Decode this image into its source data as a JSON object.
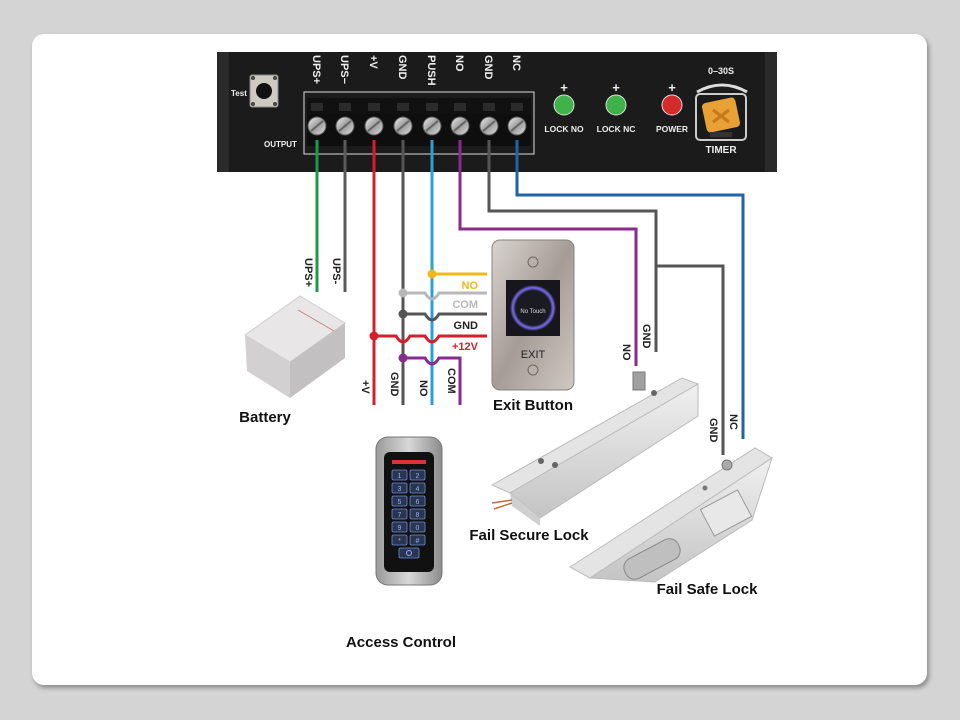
{
  "slide": {
    "background": "#d4d4d4",
    "card_color": "#ffffff"
  },
  "controller": {
    "test_label": "Test",
    "output_label": "OUTPUT",
    "terminals": [
      "UPS+",
      "UPS−",
      "+V",
      "GND",
      "PUSH",
      "NO",
      "GND",
      "NC"
    ],
    "leds": [
      {
        "label": "LOCK NO",
        "sign": "+",
        "color": "#3fb34a"
      },
      {
        "label": "LOCK NC",
        "sign": "+",
        "color": "#3fb34a"
      },
      {
        "label": "POWER",
        "sign": "+",
        "color": "#d42a2a"
      }
    ],
    "timer_range": "0–30S",
    "timer_label": "TIMER"
  },
  "wires": {
    "colors": {
      "ups_plus": "#1d9a48",
      "ups_minus": "#5a5a5a",
      "plus_v": "#d41f2a",
      "gnd": "#555555",
      "push": "#2a9fd8",
      "no": "#8a2a8e",
      "gnd2": "#555555",
      "nc": "#1f63a8",
      "exit_no": "#f0b81a",
      "exit_com": "#b8b8b8"
    },
    "battery_labels": [
      "UPS+",
      "UPS-"
    ],
    "exit_labels": [
      "NO",
      "COM",
      "GND",
      "+12V"
    ],
    "access_labels": [
      "+V",
      "GND",
      "NO",
      "COM"
    ],
    "fail_secure_labels": [
      "NO",
      "GND"
    ],
    "fail_safe_labels": [
      "GND",
      "NC"
    ]
  },
  "devices": {
    "battery": "Battery",
    "exit_button": "Exit Button",
    "exit_sensor_text": "No Touch",
    "exit_text": "EXIT",
    "access_control": "Access Control",
    "keypad_keys": [
      "1",
      "2",
      "3",
      "4",
      "5",
      "6",
      "7",
      "8",
      "9",
      "0",
      "*",
      "#"
    ],
    "fail_secure_lock": "Fail Secure Lock",
    "fail_safe_lock": "Fail Safe Lock"
  }
}
